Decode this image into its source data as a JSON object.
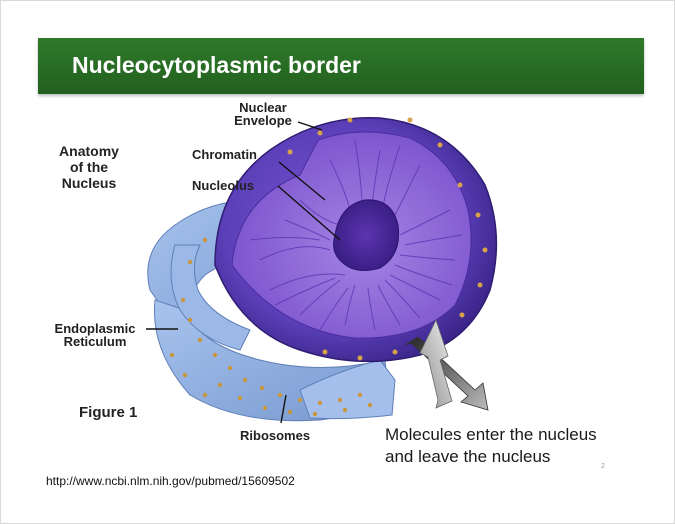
{
  "slide": {
    "title": "Nucleocytoplasmic border",
    "heading": [
      "Anatomy",
      "of the",
      "Nucleus"
    ],
    "figure_label": "Figure 1",
    "caption_lines": [
      "Molecules enter the nucleus",
      "and leave the nucleus"
    ],
    "source_url": "http://www.ncbi.nlm.nih.gov/pubmed/15609502",
    "slide_number": "2"
  },
  "labels": {
    "nuclear_envelope": [
      "Nuclear",
      "Envelope"
    ],
    "chromatin": "Chromatin",
    "nucleolus": "Nucleolus",
    "endoplasmic_reticulum": [
      "Endoplasmic",
      "Reticulum"
    ],
    "ribosomes": "Ribosomes"
  },
  "colors": {
    "title_bar": "#2a6e25",
    "nucleus_outer": "#5a3fb8",
    "nucleus_inner": "#8a63d6",
    "nucleolus": "#4a2a9a",
    "er": "#8fb0e0",
    "ribosome": "#c8963c"
  }
}
